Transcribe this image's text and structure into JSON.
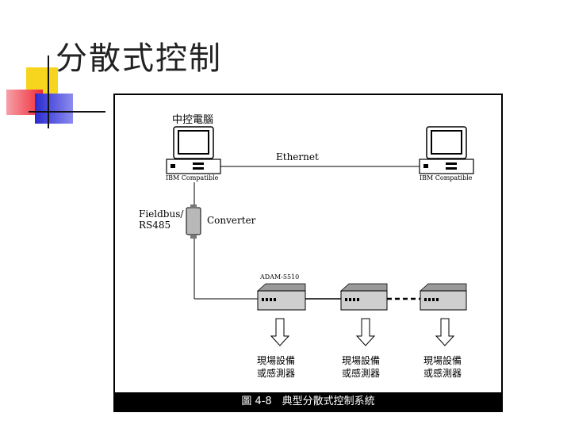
{
  "slide": {
    "title": "分散式控制"
  },
  "diagram": {
    "pc_left_label": "中控電腦",
    "pc_left_caption": "IBM Compatible",
    "pc_right_caption": "IBM Compatible",
    "network_label": "Ethernet",
    "bus_label_line1": "Fieldbus/",
    "bus_label_line2": "RS485",
    "converter_label": "Converter",
    "module_model": "ADAM-5510",
    "field_device_1_line1": "現場設備",
    "field_device_1_line2": "或感測器",
    "field_device_2_line1": "現場設備",
    "field_device_2_line2": "或感測器",
    "field_device_3_line1": "現場設備",
    "field_device_3_line2": "或感測器",
    "caption": "圖 4-8　典型分散式控制系統"
  },
  "colors": {
    "deco_yellow": "#f7d51e",
    "deco_red": "#ee2a36",
    "deco_blue": "#2a2ad0",
    "module_gray": "#cfcfcf",
    "caption_bg": "#000000"
  }
}
